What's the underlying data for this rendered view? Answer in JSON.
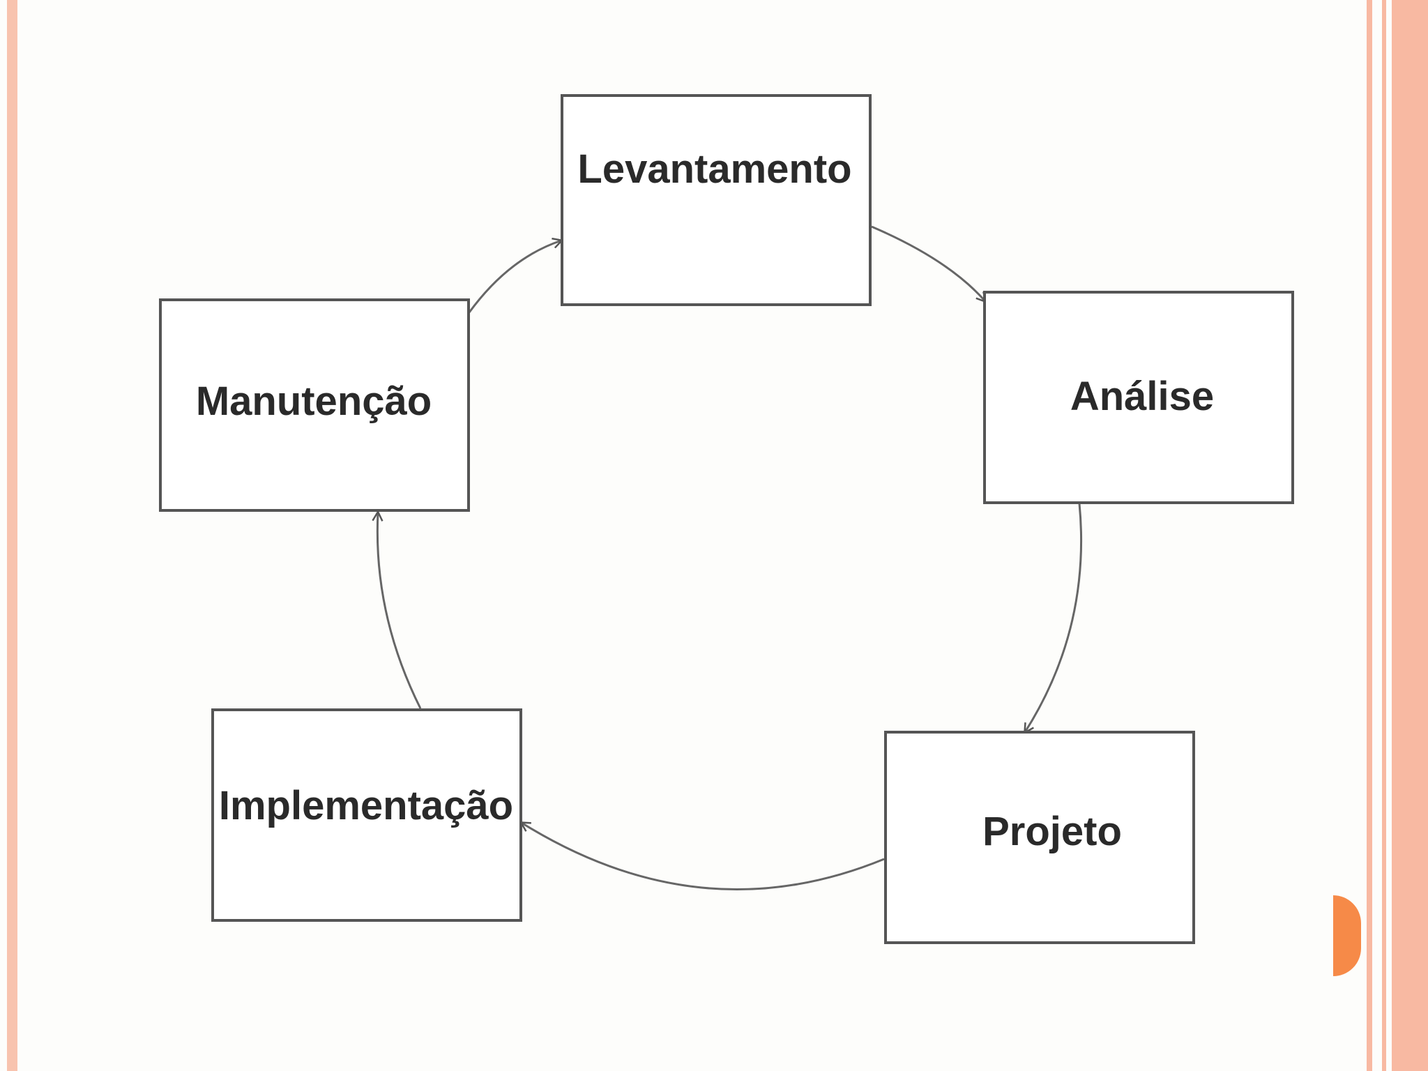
{
  "diagram": {
    "nodes": {
      "levantamento": "Levantamento",
      "analise": "Análise",
      "projeto": "Projeto",
      "implementacao": "Implementação",
      "manutencao": "Manutenção"
    },
    "edges": [
      {
        "from": "levantamento",
        "to": "analise"
      },
      {
        "from": "analise",
        "to": "projeto"
      },
      {
        "from": "projeto",
        "to": "implementacao"
      },
      {
        "from": "implementacao",
        "to": "manutencao"
      },
      {
        "from": "manutencao",
        "to": "levantamento"
      }
    ]
  },
  "theme": {
    "border_color": "#f8c3ae",
    "accent_color": "#f68a48",
    "box_stroke": "#555555"
  }
}
